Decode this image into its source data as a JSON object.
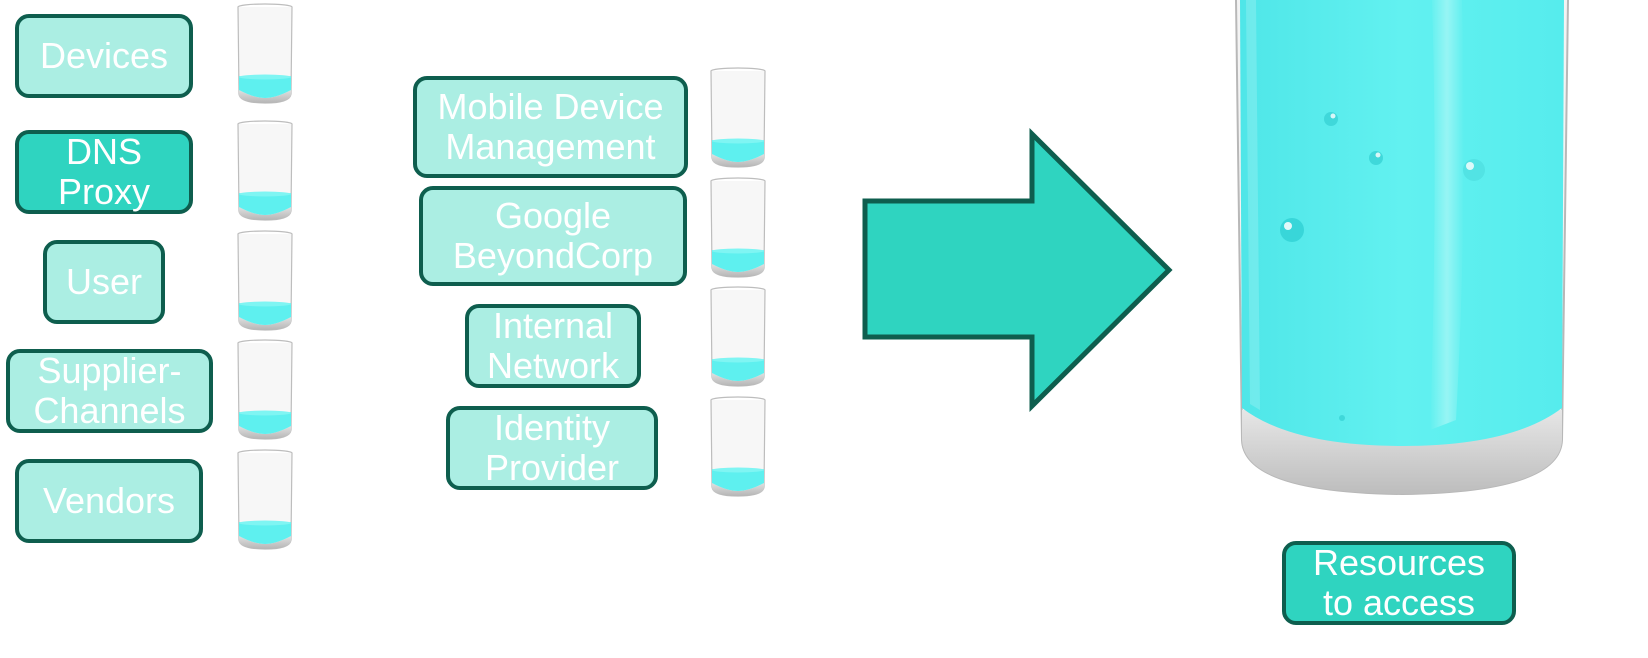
{
  "colors": {
    "box_light": "#abeee3",
    "box_dark": "#2fd4c0",
    "border": "#0e5e4e",
    "water": "#5ef0ef",
    "arrow": "#2fd4c0"
  },
  "left_column": [
    {
      "label": "Devices",
      "fill": 0.2
    },
    {
      "label": "DNS\nProxy",
      "fill": 0.2
    },
    {
      "label": "User",
      "fill": 0.2
    },
    {
      "label": "Supplier-\nChannels",
      "fill": 0.2
    },
    {
      "label": "Vendors",
      "fill": 0.2
    }
  ],
  "middle_column": [
    {
      "label": "Mobile Device\nManagement",
      "fill": 0.2
    },
    {
      "label": "Google\nBeyondCorp",
      "fill": 0.2
    },
    {
      "label": "Internal\nNetwork",
      "fill": 0.2
    },
    {
      "label": "Identity\nProvider",
      "fill": 0.2
    }
  ],
  "target": {
    "label": "Resources\nto access",
    "fill": 0.9
  },
  "icons": {
    "arrow": "right-arrow-icon",
    "glass": "water-glass-icon"
  }
}
